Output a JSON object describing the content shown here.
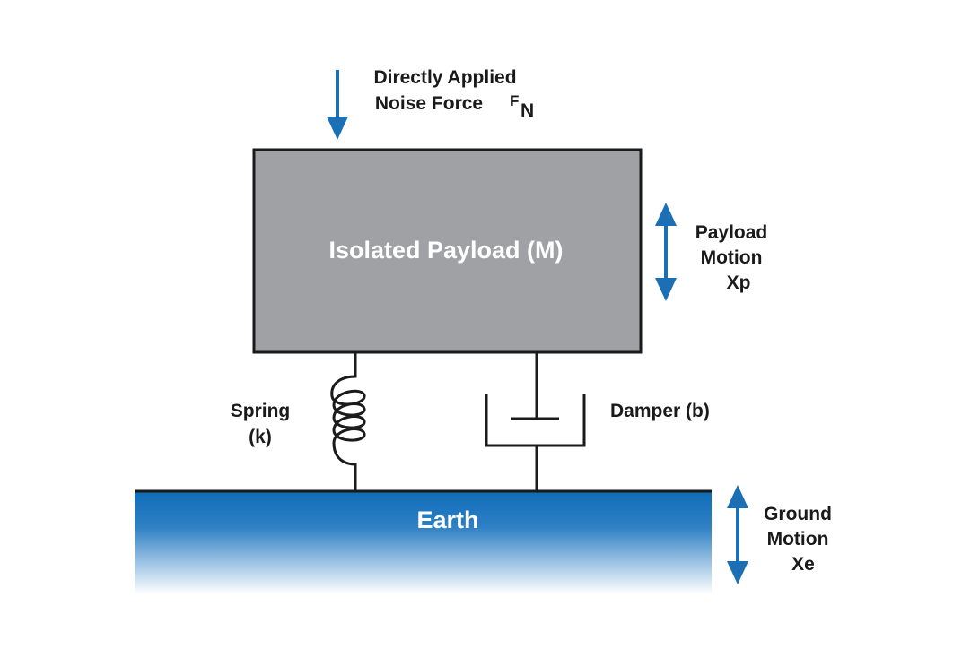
{
  "force": {
    "line1": "Directly Applied",
    "line2": "Noise Force",
    "symbol": "F",
    "subscript": "N"
  },
  "payload": {
    "label": "Isolated Payload (M)"
  },
  "payload_motion": {
    "line1": "Payload",
    "line2": "Motion",
    "line3": "Xp"
  },
  "spring": {
    "line1": "Spring",
    "line2": "(k)"
  },
  "damper": {
    "label": "Damper (b)"
  },
  "earth": {
    "label": "Earth"
  },
  "ground_motion": {
    "line1": "Ground",
    "line2": "Motion",
    "line3": "Xe"
  },
  "colors": {
    "arrow": "#1a6fb5",
    "payload": "#a0a1a4",
    "earth": "#0e6cb8"
  }
}
